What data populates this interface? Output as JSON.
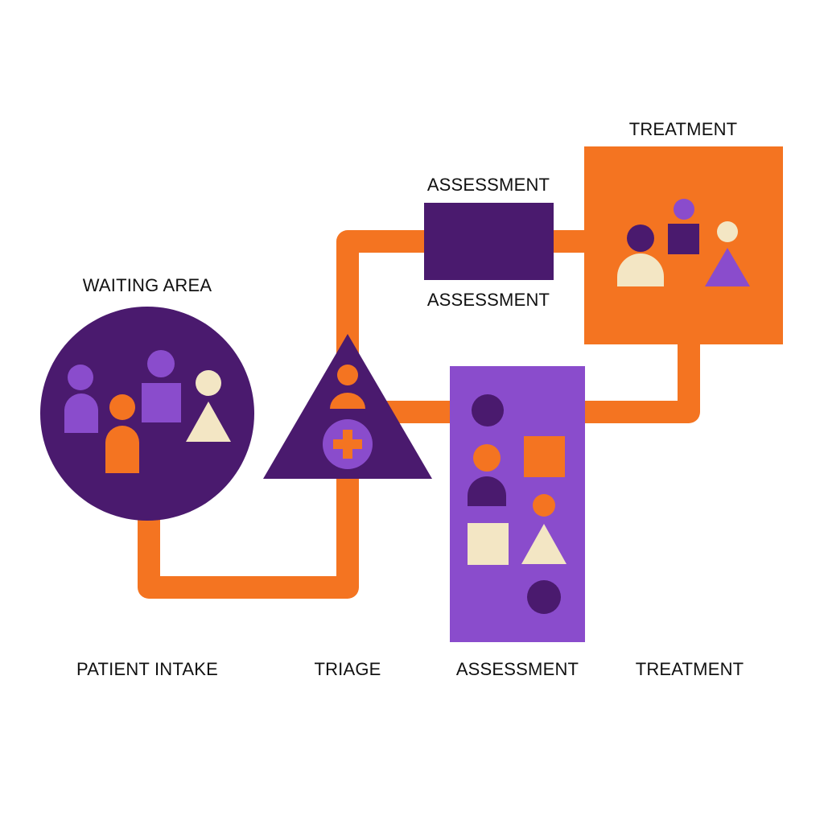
{
  "colors": {
    "orange": "#f47421",
    "dark_purple": "#4a1a6e",
    "light_purple": "#8a4ccc",
    "cream": "#f3e6c4",
    "background": "#ffffff"
  },
  "labels": {
    "waiting_area": "WAITING AREA",
    "assessment_top": "ASSESSMENT",
    "assessment_mid": "ASSESSMENT",
    "treatment_top": "TREATMENT",
    "patient_intake": "PATIENT INTAKE",
    "triage": "TRIAGE",
    "assessment_bottom": "ASSESSMENT",
    "treatment_bottom": "TREATMENT"
  },
  "icons": {
    "waiting_area": [
      "person-icon",
      "person-icon",
      "person-icon",
      "person-icon"
    ],
    "triage": [
      "person-icon",
      "medical-cross-icon"
    ],
    "treatment": [
      "person-icon",
      "person-icon",
      "person-icon"
    ],
    "assessment": [
      "person-icon",
      "person-icon"
    ]
  }
}
